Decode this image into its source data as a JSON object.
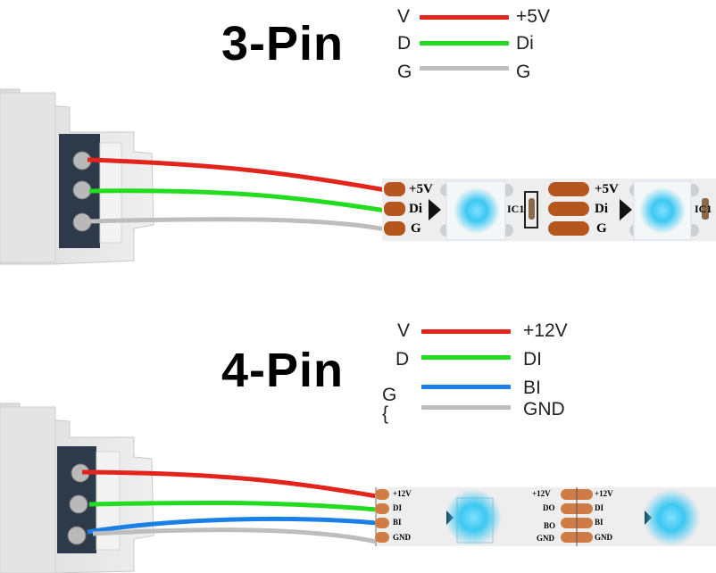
{
  "colors": {
    "vcc": "#e2241c",
    "data": "#22dd1f",
    "backup": "#1a7fe6",
    "ground": "#bdbdbd",
    "pad": "#b5561f",
    "led_glow": "#3cc8f2"
  },
  "three_pin": {
    "title": "3-Pin",
    "legend": [
      {
        "left": "V",
        "right": "+5V",
        "color_key": "vcc"
      },
      {
        "left": "D",
        "right": "Di",
        "color_key": "data"
      },
      {
        "left": "G",
        "right": "G",
        "color_key": "ground"
      }
    ],
    "strip_labels": [
      "+5V",
      "Di",
      "G"
    ],
    "ic_label": "IC1"
  },
  "four_pin": {
    "title": "4-Pin",
    "legend": [
      {
        "left": "V",
        "right": "+12V",
        "color_key": "vcc"
      },
      {
        "left": "D",
        "right": "DI",
        "color_key": "data"
      },
      {
        "left": "G {",
        "right": "BI",
        "color_key": "backup"
      },
      {
        "left": "",
        "right": "GND",
        "color_key": "ground"
      }
    ],
    "strip_labels_in": [
      "+12V",
      "DI",
      "BI",
      "GND"
    ],
    "strip_labels_out": [
      "+12V",
      "DO",
      "BO",
      "GND"
    ]
  }
}
